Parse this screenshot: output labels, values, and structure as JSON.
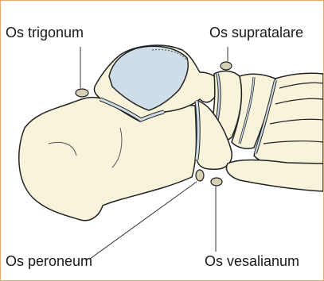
{
  "labels": {
    "trigonum": "Os trigonum",
    "supratalare": "Os supratalare",
    "peroneum": "Os peroneum",
    "vesalianum": "Os vesalianum"
  },
  "colors": {
    "border": "#f0a85a",
    "bone_fill": "#f8f4dc",
    "cartilage_fill": "#cfdde8",
    "outline": "#222222",
    "leader": "#333333"
  }
}
